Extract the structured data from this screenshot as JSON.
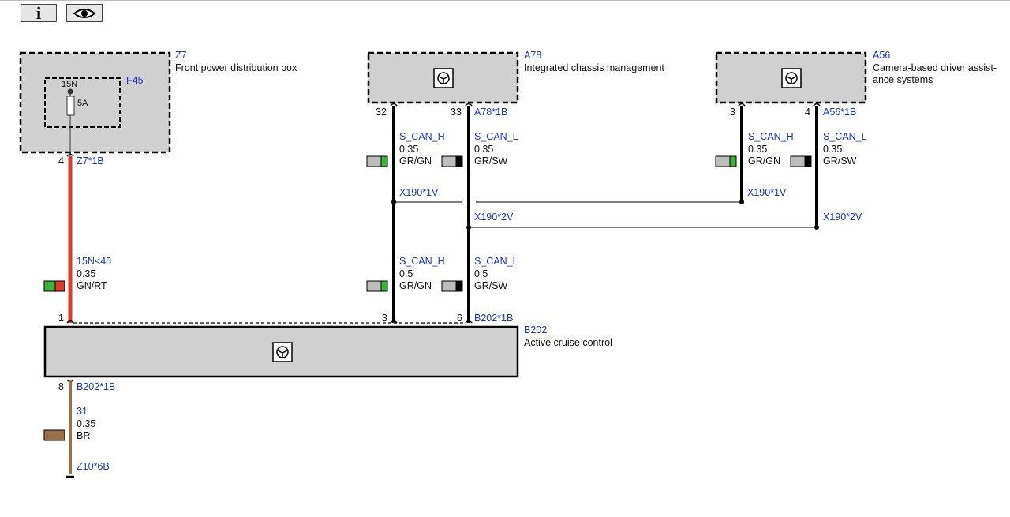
{
  "toolbar": {
    "info_label": "i"
  },
  "components": {
    "z7": {
      "id": "Z7",
      "name": "Front power distribution box"
    },
    "f45": {
      "id": "F45",
      "pin_label": "15N",
      "rating": "5A"
    },
    "a78": {
      "id": "A78",
      "name": "Integrated chassis management"
    },
    "a56": {
      "id": "A56",
      "name_line1": "Camera-based driver assist-",
      "name_line2": "ance systems"
    },
    "b202": {
      "id": "B202",
      "name": "Active cruise control"
    }
  },
  "pins": {
    "z7_pin": "4",
    "z7_connector": "Z7*1B",
    "a78_pin_h": "32",
    "a78_pin_l": "33",
    "a78_connector": "A78*1B",
    "a56_pin_h": "3",
    "a56_pin_l": "4",
    "a56_connector": "A56*1B",
    "b202_pin_power": "1",
    "b202_pin_h": "3",
    "b202_pin_l": "6",
    "b202_connector": "B202*1B",
    "b202_pin_ground": "8",
    "b202_ground_connector": "B202*1B",
    "ground_connector": "Z10*6B"
  },
  "splices": {
    "can_h": "X190*1V",
    "can_l": "X190*2V"
  },
  "wires": {
    "power": {
      "signal": "15N<45",
      "size": "0.35",
      "color_code": "GN/RT"
    },
    "a78_h": {
      "signal": "S_CAN_H",
      "size": "0.35",
      "color_code": "GR/GN"
    },
    "a78_l": {
      "signal": "S_CAN_L",
      "size": "0.35",
      "color_code": "GR/SW"
    },
    "a56_h": {
      "signal": "S_CAN_H",
      "size": "0.35",
      "color_code": "GR/GN"
    },
    "a56_l": {
      "signal": "S_CAN_L",
      "size": "0.35",
      "color_code": "GR/SW"
    },
    "b202_h": {
      "signal": "S_CAN_H",
      "size": "0.5",
      "color_code": "GR/GN"
    },
    "b202_l": {
      "signal": "S_CAN_L",
      "size": "0.5",
      "color_code": "GR/SW"
    },
    "ground": {
      "signal": "31",
      "size": "0.35",
      "color_code": "BR"
    }
  },
  "colors": {
    "gray": "#bdbdbd",
    "green": "#3cb43c",
    "red": "#e03a2f",
    "black": "#000000",
    "brown": "#9a7048",
    "label_blue": "#1a35c7",
    "box_fill": "#d0d0d0"
  }
}
